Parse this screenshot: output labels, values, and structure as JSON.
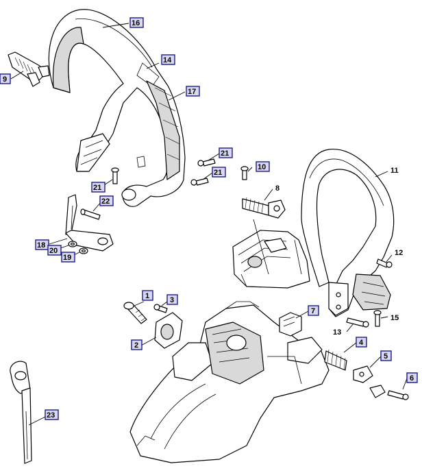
{
  "callouts": [
    {
      "id": "c1",
      "label": "1",
      "boxed": true
    },
    {
      "id": "c2",
      "label": "2",
      "boxed": true
    },
    {
      "id": "c3",
      "label": "3",
      "boxed": true
    },
    {
      "id": "c4",
      "label": "4",
      "boxed": true
    },
    {
      "id": "c5",
      "label": "5",
      "boxed": true
    },
    {
      "id": "c6",
      "label": "6",
      "boxed": true
    },
    {
      "id": "c7",
      "label": "7",
      "boxed": true
    },
    {
      "id": "c8",
      "label": "8",
      "boxed": false
    },
    {
      "id": "c9",
      "label": "9",
      "boxed": true
    },
    {
      "id": "c10",
      "label": "10",
      "boxed": true
    },
    {
      "id": "c11",
      "label": "11",
      "boxed": false
    },
    {
      "id": "c12",
      "label": "12",
      "boxed": false
    },
    {
      "id": "c13",
      "label": "13",
      "boxed": false
    },
    {
      "id": "c14",
      "label": "14",
      "boxed": false
    },
    {
      "id": "c15",
      "label": "15",
      "boxed": true
    },
    {
      "id": "c16",
      "label": "16",
      "boxed": true
    },
    {
      "id": "c17",
      "label": "17",
      "boxed": true
    },
    {
      "id": "c18",
      "label": "18",
      "boxed": true
    },
    {
      "id": "c19",
      "label": "19",
      "boxed": true
    },
    {
      "id": "c20",
      "label": "20",
      "boxed": true
    },
    {
      "id": "c21a",
      "label": "21",
      "boxed": true
    },
    {
      "id": "c21b",
      "label": "21",
      "boxed": true
    },
    {
      "id": "c21c",
      "label": "21",
      "boxed": true
    },
    {
      "id": "c22",
      "label": "22",
      "boxed": true
    },
    {
      "id": "c23",
      "label": "23",
      "boxed": true
    }
  ],
  "colors": {
    "box_fill": "#d8d8f0",
    "box_border": "#1a1a8c",
    "line": "#000000",
    "part_shade": "#d9d9d9"
  }
}
